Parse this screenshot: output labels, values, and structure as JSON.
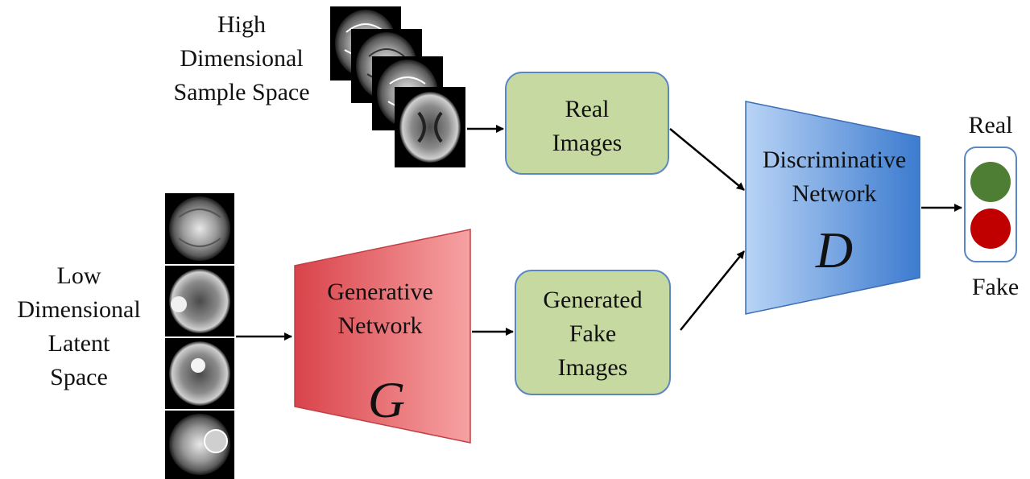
{
  "high_space": {
    "lines": [
      "High",
      "Dimensional",
      "Sample Space"
    ]
  },
  "low_space": {
    "lines": [
      "Low",
      "Dimensional",
      "Latent",
      "Space"
    ]
  },
  "real_images": {
    "lines": [
      "Real",
      "Images"
    ]
  },
  "fake_images": {
    "lines": [
      "Generated",
      "Fake",
      "Images"
    ]
  },
  "generator": {
    "lines": [
      "Generative",
      "Network"
    ],
    "symbol": "G",
    "color": "#e8575b"
  },
  "discriminator": {
    "lines": [
      "Discriminative",
      "Network"
    ],
    "symbol": "D",
    "color": "#4a87d4"
  },
  "output": {
    "real_label": "Real",
    "fake_label": "Fake",
    "real_color": "#4e7e33",
    "fake_color": "#c00000"
  },
  "box_fill": "#c6d9a0",
  "box_stroke": "#5b86c4"
}
